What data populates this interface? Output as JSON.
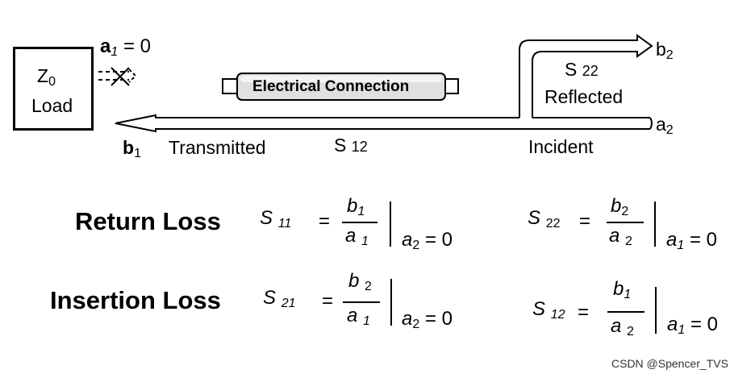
{
  "load": {
    "z_symbol": "Z",
    "z_subscript": "0",
    "label": "Load",
    "a1_symbol": "a",
    "a1_subscript": "1",
    "a1_value": "= 0"
  },
  "cable": {
    "label": "Electrical Connection"
  },
  "port2": {
    "b2_symbol": "b",
    "b2_subscript": "2",
    "a2_symbol": "a",
    "a2_subscript": "2",
    "s22": "S",
    "s22_subscript": "22",
    "reflected": "Reflected",
    "incident": "Incident"
  },
  "port1": {
    "b1_symbol": "b",
    "b1_subscript": "1",
    "transmitted": "Transmitted",
    "s12": "S",
    "s12_subscript": "12"
  },
  "equations": {
    "return_loss_label": "Return Loss",
    "insertion_loss_label": "Insertion  Loss",
    "row1": [
      {
        "s": "S",
        "s_sub": "11",
        "eq": "=",
        "num": "b",
        "num_sub": "1",
        "den": "a",
        "den_sub": "1",
        "cond": "a",
        "cond_sub": "2",
        "cond_val": "= 0"
      },
      {
        "s": "S",
        "s_sub": "22",
        "eq": "=",
        "num": "b",
        "num_sub": "2",
        "den": "a",
        "den_sub": "2",
        "cond": "a",
        "cond_sub": "1",
        "cond_val": "= 0"
      }
    ],
    "row2": [
      {
        "s": "S",
        "s_sub": "21",
        "eq": "=",
        "num": "b",
        "num_sub": "2",
        "den": "a",
        "den_sub": "1",
        "cond": "a",
        "cond_sub": "2",
        "cond_val": "= 0"
      },
      {
        "s": "S",
        "s_sub": "12",
        "eq": "=",
        "num": "b",
        "num_sub": "1",
        "den": "a",
        "den_sub": "2",
        "cond": "a",
        "cond_sub": "1",
        "cond_val": "= 0"
      }
    ]
  },
  "watermark": "CSDN @Spencer_TVS"
}
